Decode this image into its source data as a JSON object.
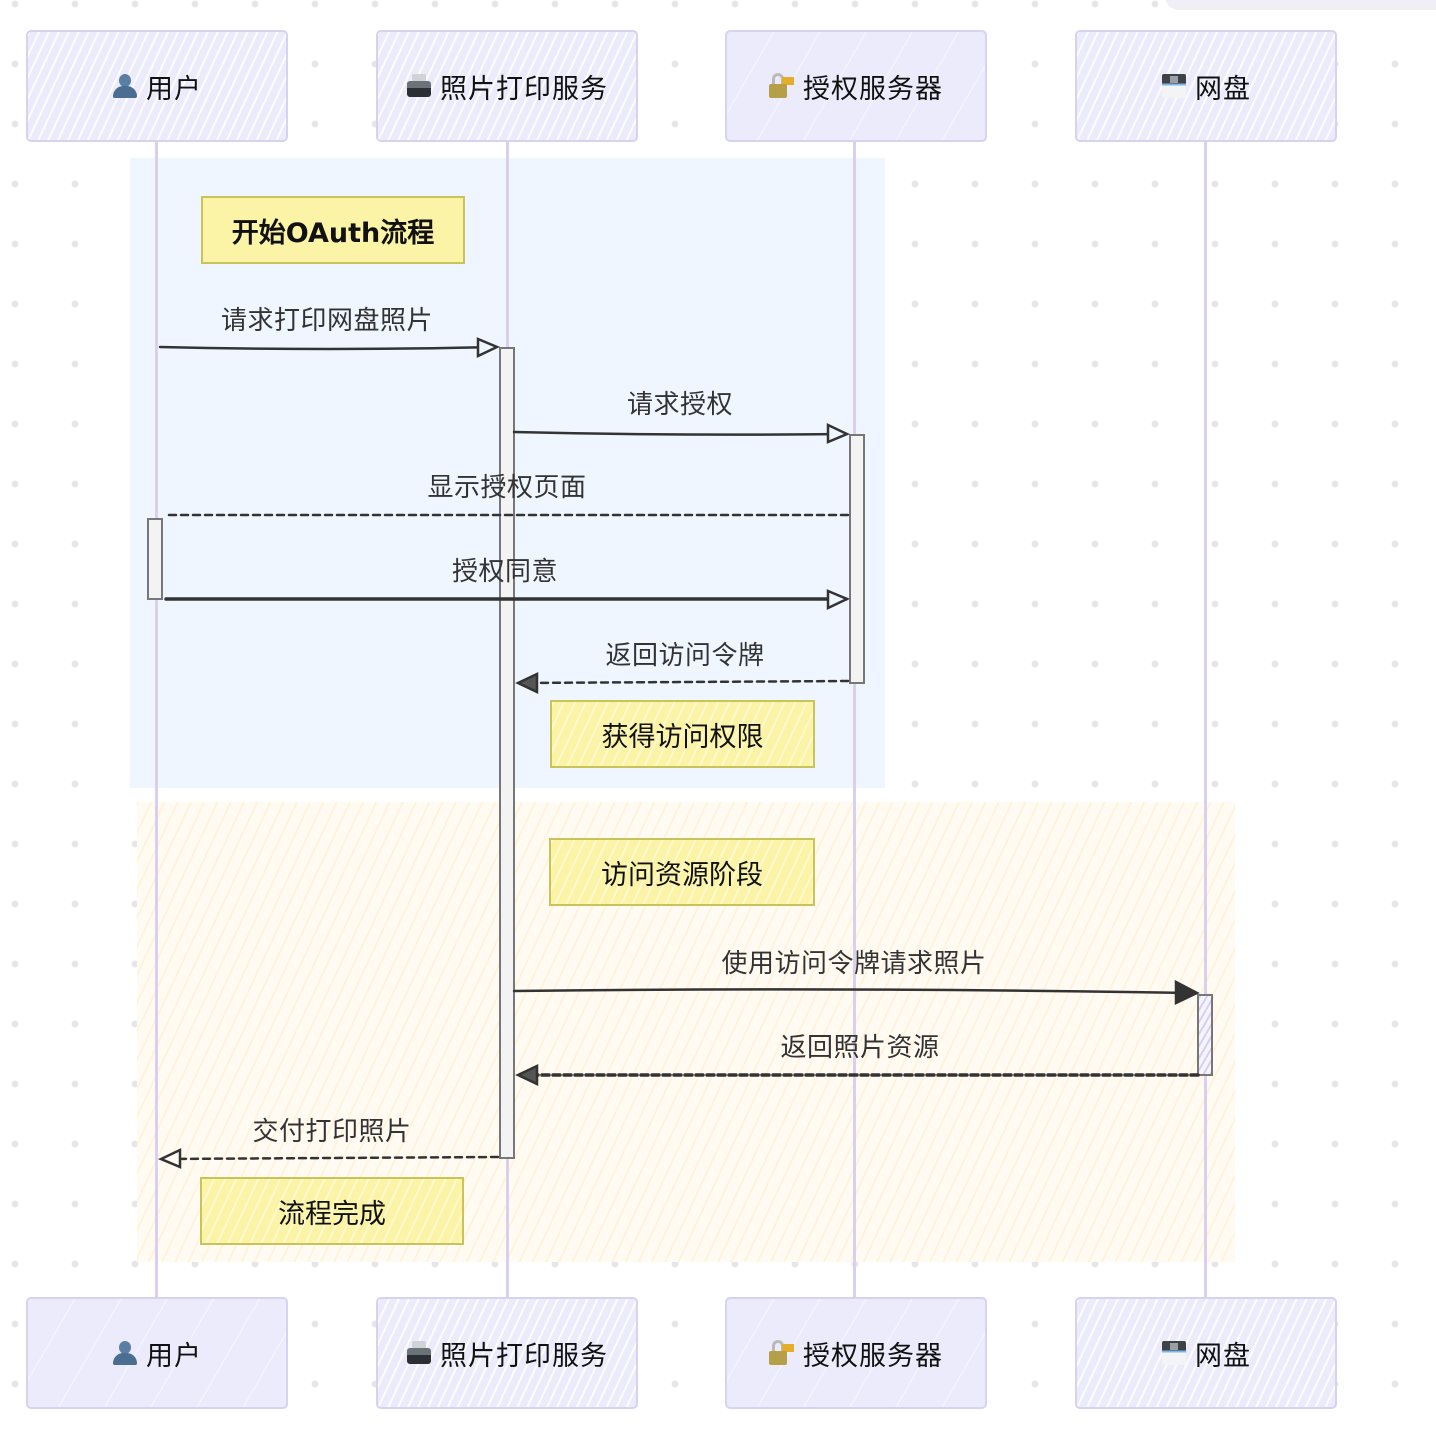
{
  "participants": [
    {
      "id": "user",
      "icon": "user-icon",
      "label": "用户"
    },
    {
      "id": "print",
      "icon": "printer-icon",
      "label": "照片打印服务"
    },
    {
      "id": "auth",
      "icon": "lock-icon",
      "label": "授权服务器"
    },
    {
      "id": "disk",
      "icon": "floppy-disk-icon",
      "label": "网盘"
    }
  ],
  "sections": [
    {
      "name": "oauth-phase",
      "color": "#eff6ff"
    },
    {
      "name": "resource-phase",
      "color": "#fffbf3"
    }
  ],
  "notes": {
    "start": "开始OAuth流程",
    "granted": "获得访问权限",
    "resource_phase": "访问资源阶段",
    "done": "流程完成"
  },
  "messages": [
    {
      "from": "user",
      "to": "print",
      "label": "请求打印网盘照片",
      "style": "solid",
      "head": "open"
    },
    {
      "from": "print",
      "to": "auth",
      "label": "请求授权",
      "style": "solid",
      "head": "open"
    },
    {
      "from": "auth",
      "to": "user",
      "label": "显示授权页面",
      "style": "dashed",
      "head": "none"
    },
    {
      "from": "user",
      "to": "auth",
      "label": "授权同意",
      "style": "solid",
      "head": "open"
    },
    {
      "from": "auth",
      "to": "print",
      "label": "返回访问令牌",
      "style": "dashed",
      "head": "open"
    },
    {
      "from": "print",
      "to": "disk",
      "label": "使用访问令牌请求照片",
      "style": "solid",
      "head": "filled"
    },
    {
      "from": "disk",
      "to": "print",
      "label": "返回照片资源",
      "style": "dashed",
      "head": "open"
    },
    {
      "from": "print",
      "to": "user",
      "label": "交付打印照片",
      "style": "dashed",
      "head": "open"
    }
  ],
  "colors": {
    "lifeline": "#d8d0ee",
    "actor_fill": "#ecebfc",
    "note_fill": "#fbf3a6",
    "arrow": "#333333"
  }
}
